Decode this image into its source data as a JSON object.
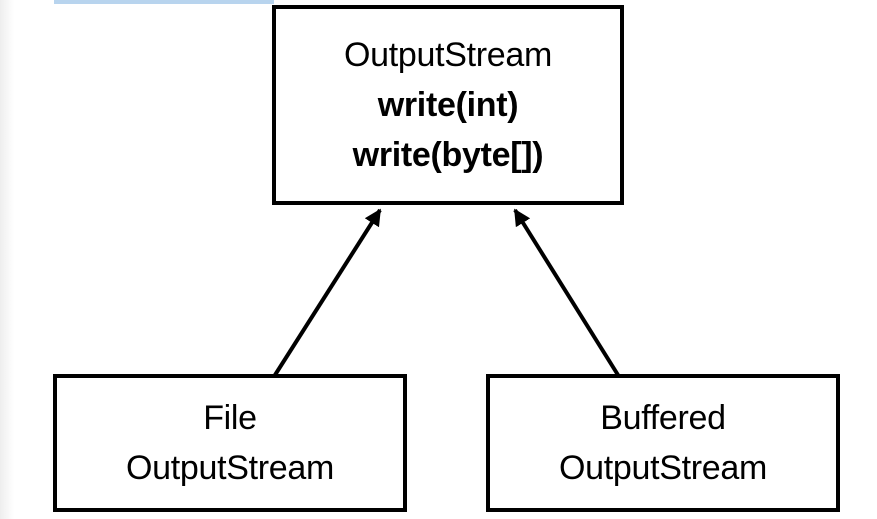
{
  "colors": {
    "stroke": "#000000",
    "background": "#ffffff",
    "selection_highlight": "#b8d4ee"
  },
  "parent": {
    "name": "OutputStream",
    "methods": [
      "write(int)",
      "write(byte[])"
    ]
  },
  "children": [
    {
      "line1": "File",
      "line2": "OutputStream"
    },
    {
      "line1": "Buffered",
      "line2": "OutputStream"
    }
  ]
}
